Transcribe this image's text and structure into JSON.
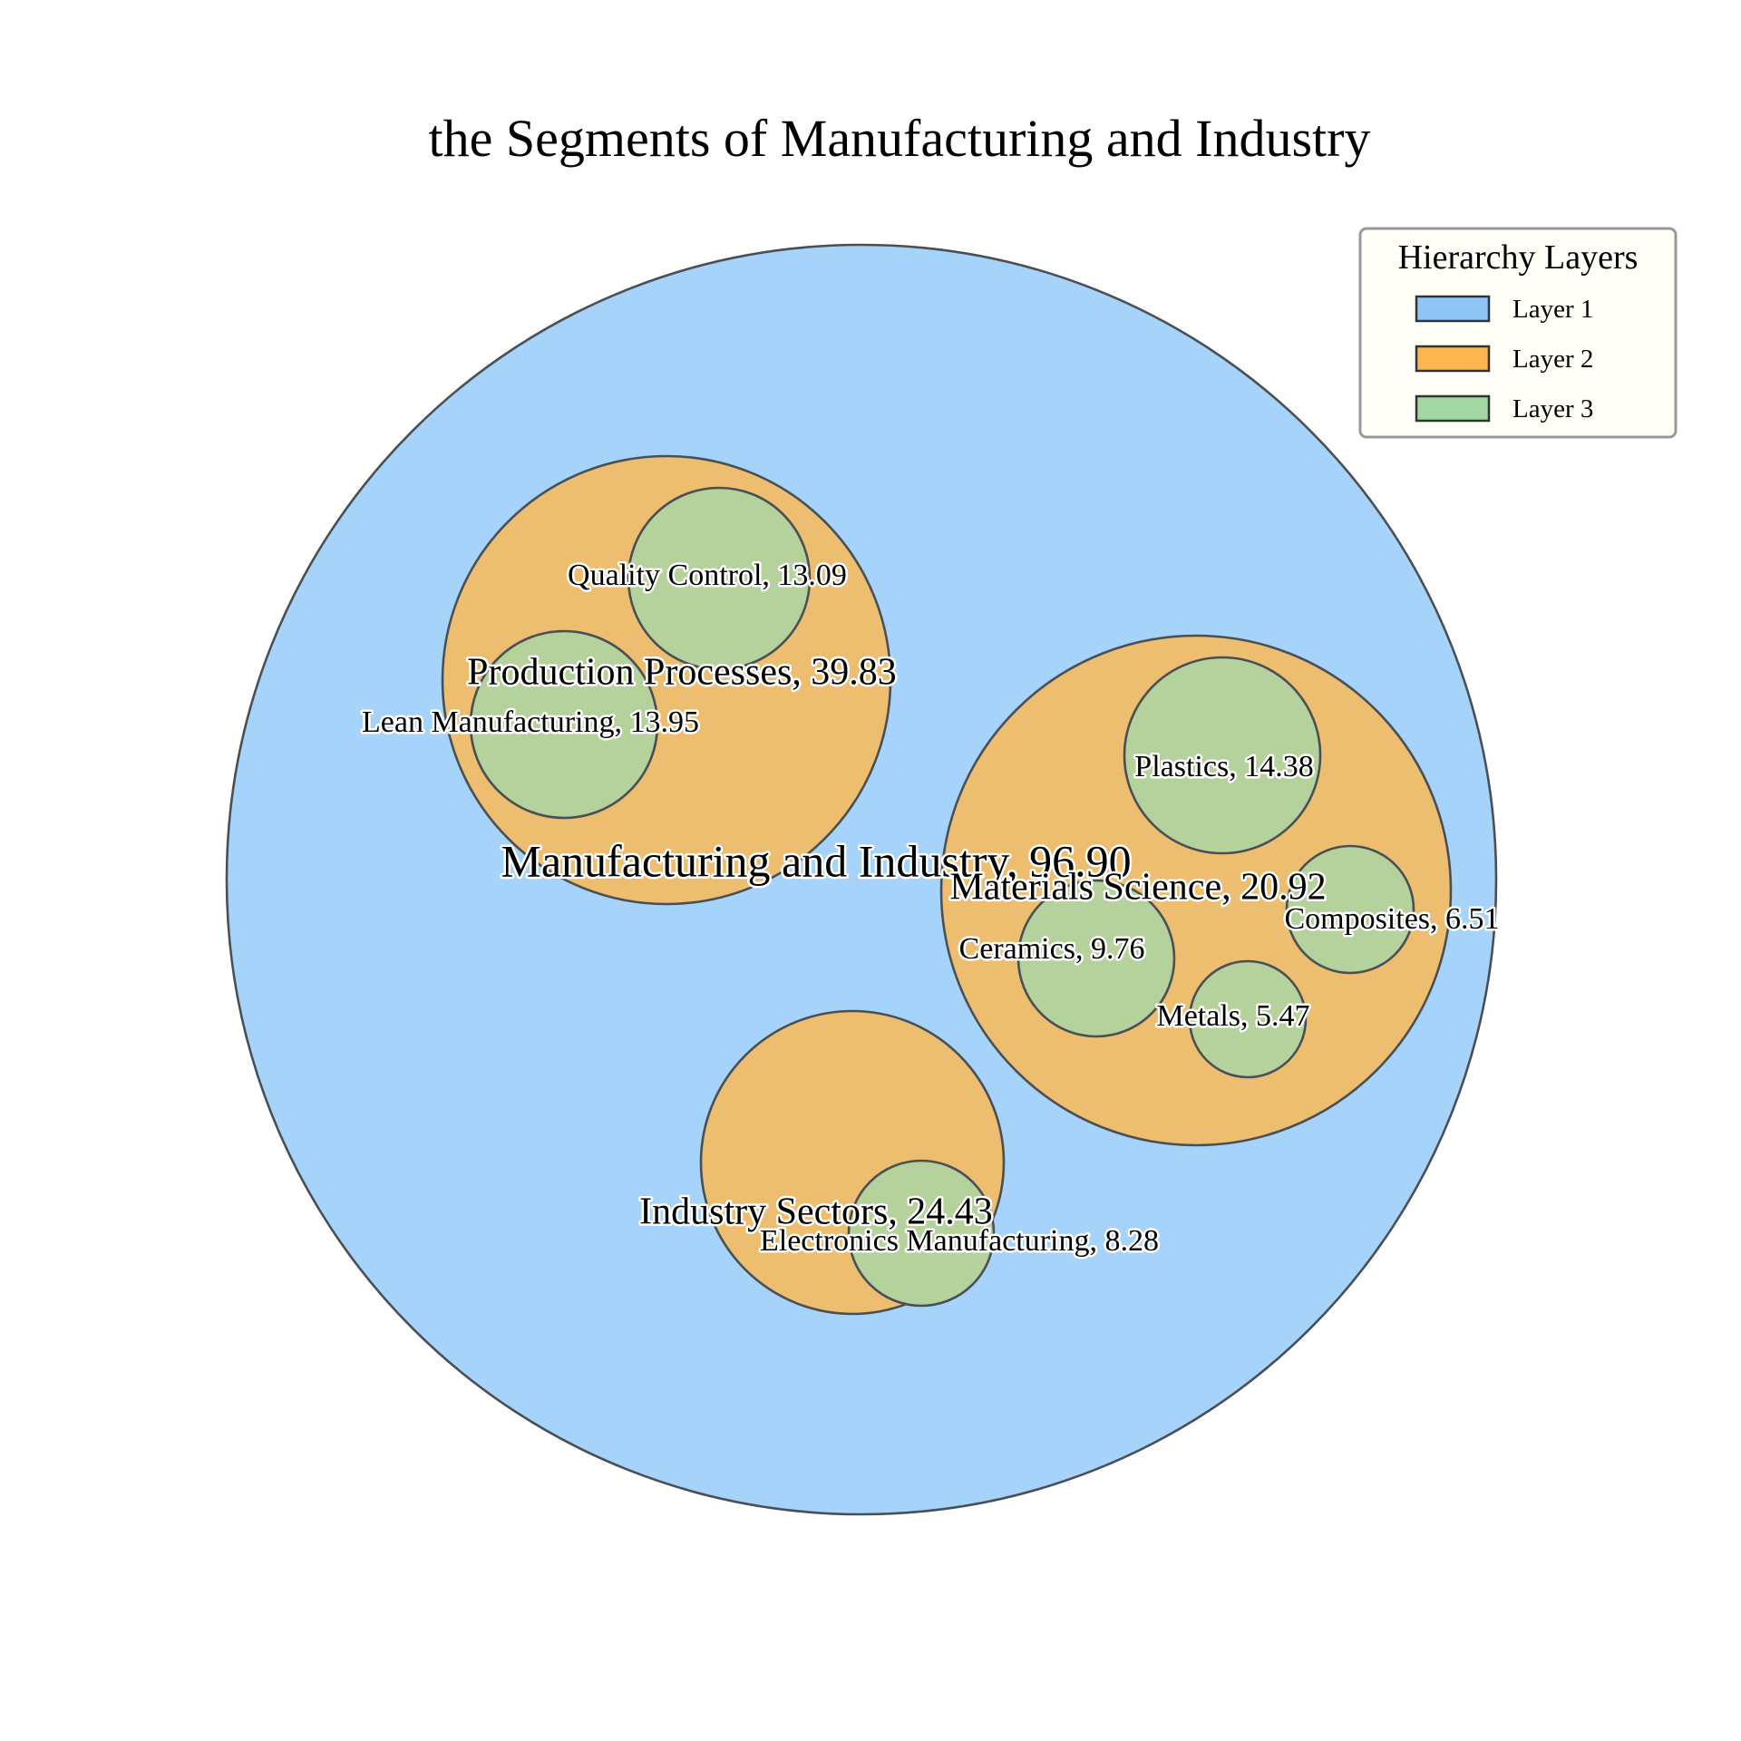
{
  "chart_data": {
    "type": "circle-packing",
    "title": "the Segments of Manufacturing and Industry",
    "legend": {
      "title": "Hierarchy Layers",
      "placement": "top-right",
      "items": [
        {
          "label": "Layer 1",
          "color": "#8fc6f7"
        },
        {
          "label": "Layer 2",
          "color": "#fdb54f"
        },
        {
          "label": "Layer 3",
          "color": "#a3d7a3"
        }
      ]
    },
    "layer_fill_colors": {
      "1": "#a6d3fa",
      "2": "#edbd70",
      "3": "#b5d19c"
    },
    "nodes": [
      {
        "id": "root",
        "name": "Manufacturing and Industry",
        "value": 96.9,
        "label": "Manufacturing and Industry, 96.90",
        "layer": 1,
        "parent": null
      },
      {
        "id": "production",
        "name": "Production Processes",
        "value": 39.83,
        "label": "Production Processes, 39.83",
        "layer": 2,
        "parent": "root"
      },
      {
        "id": "materials",
        "name": "Materials Science",
        "value": 20.92,
        "label": "Materials Science, 20.92",
        "layer": 2,
        "parent": "root"
      },
      {
        "id": "sectors",
        "name": "Industry Sectors",
        "value": 24.43,
        "label": "Industry Sectors, 24.43",
        "layer": 2,
        "parent": "root"
      },
      {
        "id": "quality",
        "name": "Quality Control",
        "value": 13.09,
        "label": "Quality Control, 13.09",
        "layer": 3,
        "parent": "production"
      },
      {
        "id": "lean",
        "name": "Lean Manufacturing",
        "value": 13.95,
        "label": "Lean Manufacturing, 13.95",
        "layer": 3,
        "parent": "production"
      },
      {
        "id": "plastics",
        "name": "Plastics",
        "value": 14.38,
        "label": "Plastics, 14.38",
        "layer": 3,
        "parent": "materials"
      },
      {
        "id": "composites",
        "name": "Composites",
        "value": 6.51,
        "label": "Composites, 6.51",
        "layer": 3,
        "parent": "materials"
      },
      {
        "id": "ceramics",
        "name": "Ceramics",
        "value": 9.76,
        "label": "Ceramics, 9.76",
        "layer": 3,
        "parent": "materials"
      },
      {
        "id": "metals",
        "name": "Metals",
        "value": 5.47,
        "label": "Metals, 5.47",
        "layer": 3,
        "parent": "materials"
      },
      {
        "id": "electronics",
        "name": "Electronics Manufacturing",
        "value": 8.28,
        "label": "Electronics Manufacturing, 8.28",
        "layer": 3,
        "parent": "sectors"
      }
    ]
  }
}
